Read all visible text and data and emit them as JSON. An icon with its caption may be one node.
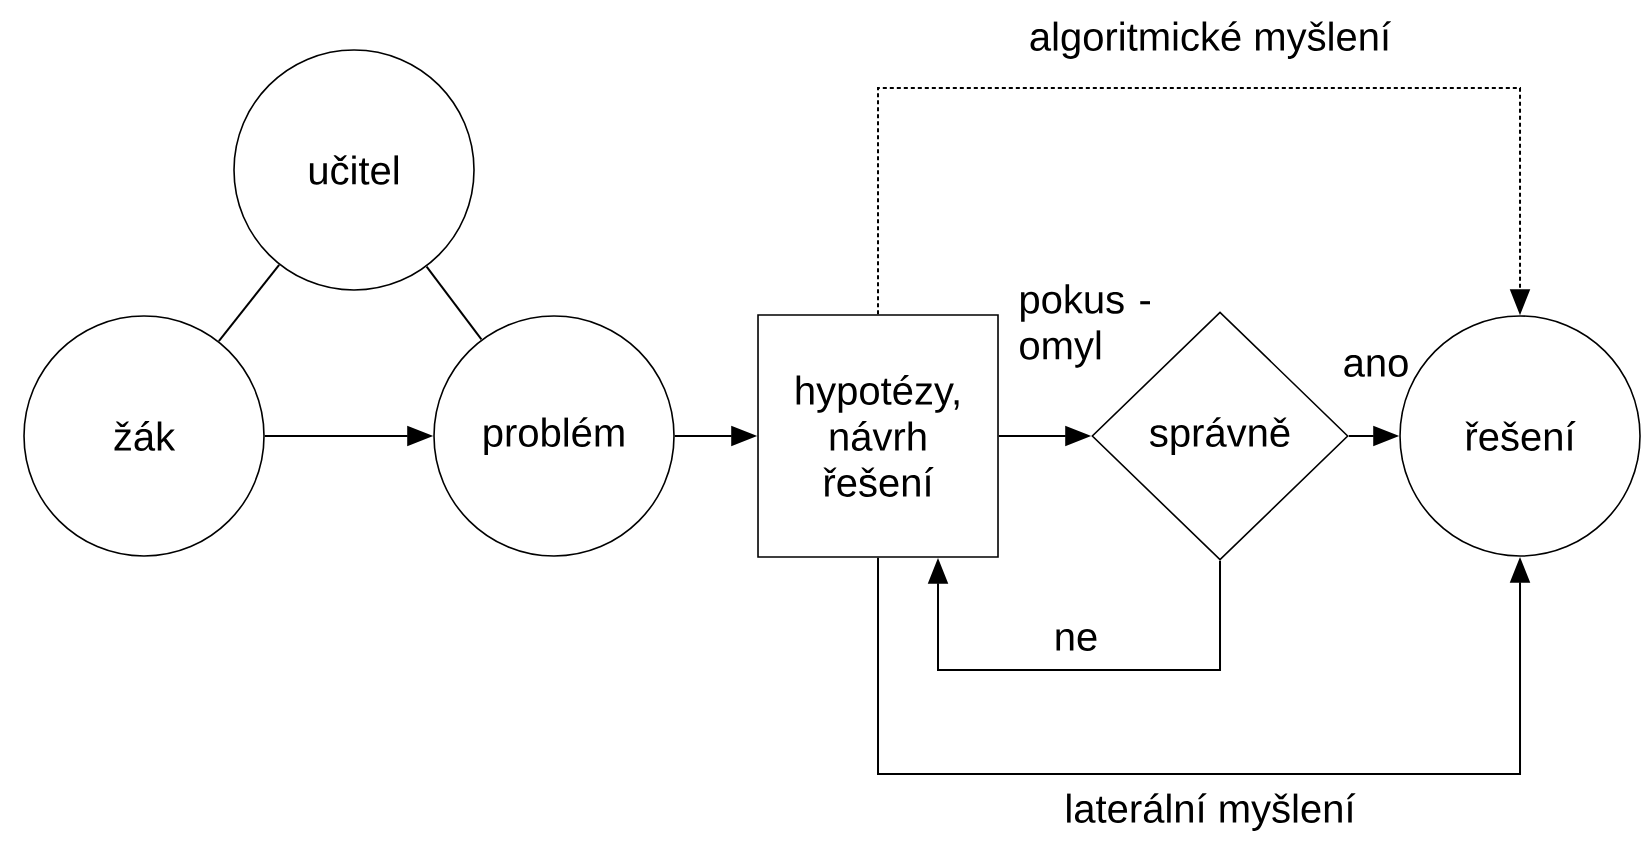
{
  "diagram": {
    "nodes": [
      {
        "text": [
          "učitel"
        ]
      },
      {
        "text": [
          "žák"
        ]
      },
      {
        "text": [
          "problém"
        ]
      },
      {
        "text": [
          "hypotézy, návrh řešení"
        ]
      },
      {
        "text": [
          "správně"
        ]
      },
      {
        "text": [
          "řešení"
        ]
      }
    ],
    "edges": [
      {
        "from": 0,
        "to": 1,
        "arrow": "none"
      },
      {
        "from": 0,
        "to": 2,
        "arrow": "none"
      },
      {
        "from": 1,
        "to": 2,
        "arrow": "to"
      },
      {
        "from": 2,
        "to": 3,
        "arrow": "to"
      },
      {
        "from": 3,
        "to": 4,
        "arrow": "to",
        "label": "pokus - omyl"
      },
      {
        "from": 4,
        "to": 5,
        "arrow": "to",
        "label": "ano"
      },
      {
        "from": 4,
        "to": 3,
        "arrow": "to",
        "label": "ne"
      },
      {
        "from": 3,
        "to": 5,
        "arrow": "to",
        "label": "algoritmické myšlení",
        "style": "dashed"
      },
      {
        "from": 3,
        "to": 5,
        "arrow": "to",
        "label": "laterální myšlení"
      }
    ]
  }
}
